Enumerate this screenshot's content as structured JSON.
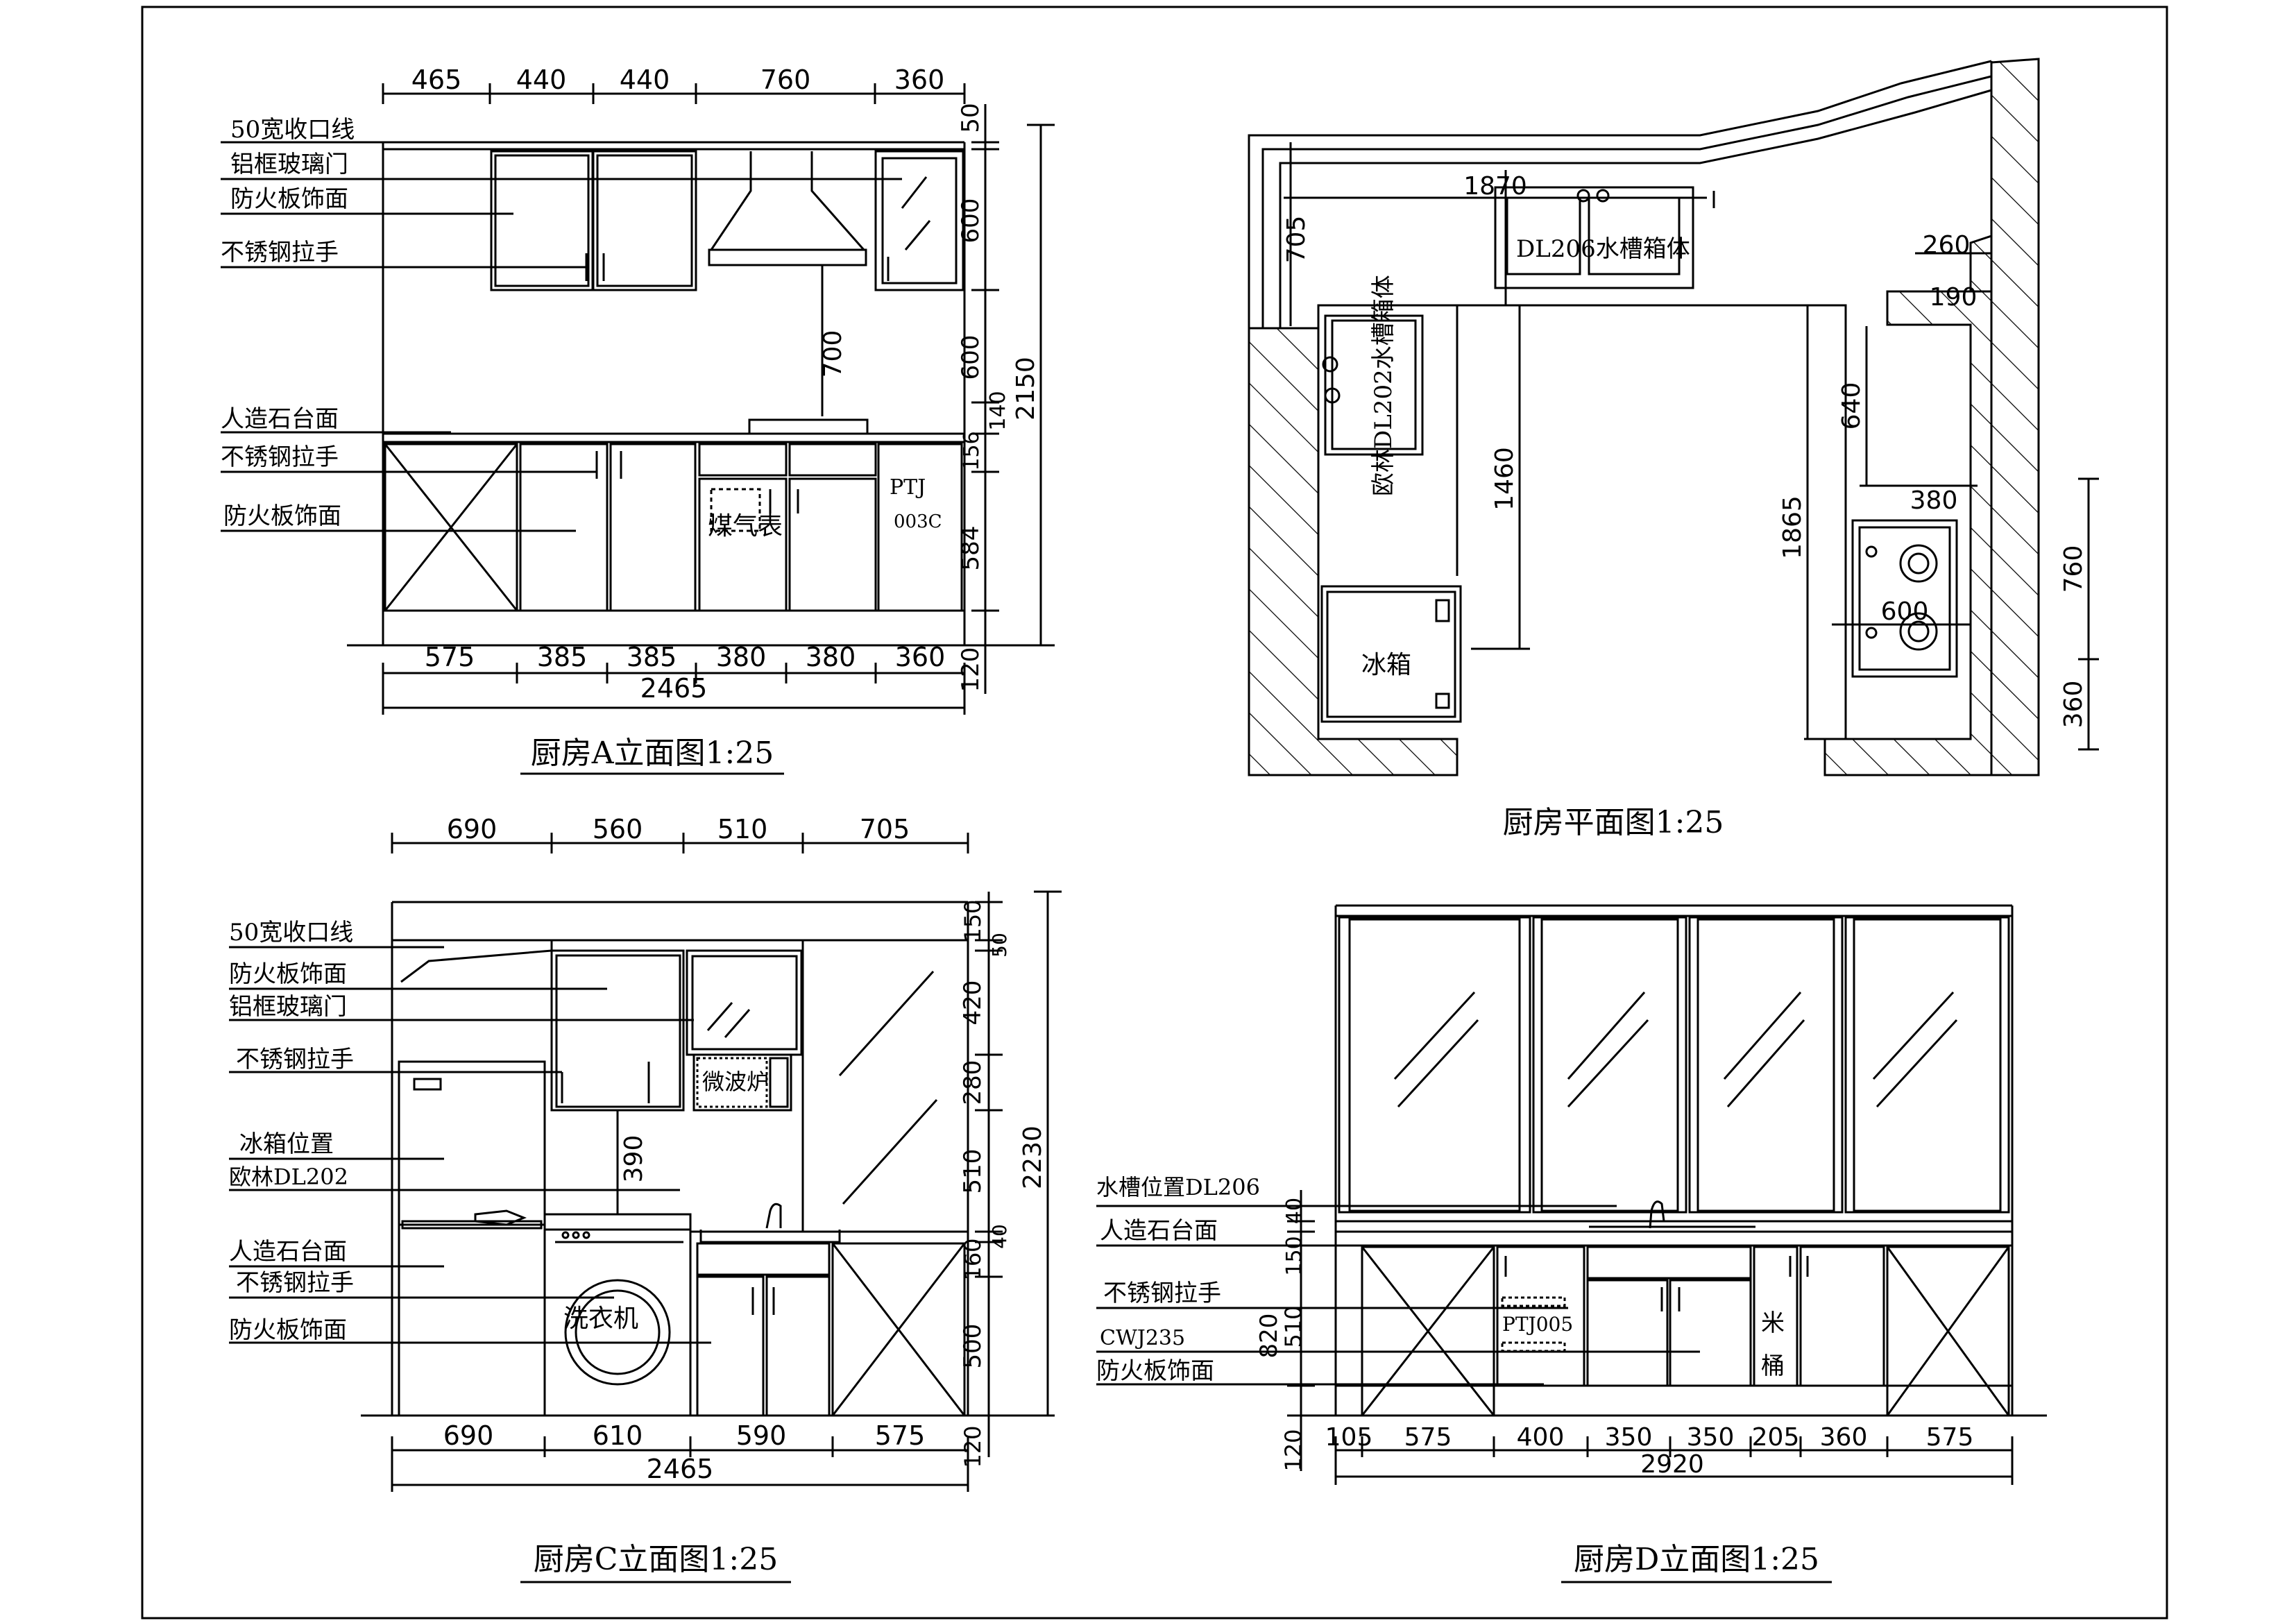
{
  "drawings": {
    "a": {
      "title": "厨房A立面图1:25",
      "top_dims": [
        "465",
        "440",
        "440",
        "760",
        "360"
      ],
      "bottom_dims": [
        "575",
        "385",
        "385",
        "380",
        "380",
        "360"
      ],
      "total": "2465",
      "right_dims": [
        "50",
        "600",
        "600",
        "140",
        "156",
        "584",
        "120"
      ],
      "overall_height": "2150",
      "hood_height": "700",
      "labels": [
        "50宽收口线",
        "铝框玻璃门",
        "防火板饰面",
        "不锈钢拉手",
        "人造石台面",
        "不锈钢拉手",
        "防火板饰面"
      ],
      "gas_meter": "煤气表",
      "ptj_line1": "PTJ",
      "ptj_line2": "003C"
    },
    "plan": {
      "title": "厨房平面图1:25",
      "dim_1870": "1870",
      "dim_705": "705",
      "dim_260": "260",
      "dim_190": "190",
      "dim_640": "640",
      "dim_380": "380",
      "dim_1460": "1460",
      "dim_1865": "1865",
      "dim_600": "600",
      "dim_760": "760",
      "dim_360": "360",
      "sink_top": "DL206水槽箱体",
      "sink_left": "欧林DL202水槽箱体",
      "fridge": "冰箱"
    },
    "c": {
      "title": "厨房C立面图1:25",
      "top_dims": [
        "690",
        "560",
        "510",
        "705"
      ],
      "bottom_dims": [
        "690",
        "610",
        "590",
        "575"
      ],
      "total": "2465",
      "right_dims": [
        "150",
        "50",
        "420",
        "280",
        "510",
        "40",
        "160",
        "500",
        "120"
      ],
      "overall_height": "2230",
      "dim_390": "390",
      "labels": [
        "50宽收口线",
        "防火板饰面",
        "铝框玻璃门",
        "不锈钢拉手",
        "冰箱位置",
        "欧林DL202",
        "人造石台面",
        "不锈钢拉手",
        "防火板饰面"
      ],
      "microwave": "微波炉",
      "washer": "洗衣机"
    },
    "d": {
      "title": "厨房D立面图1:25",
      "bottom_dims": [
        "105",
        "575",
        "400",
        "350",
        "350",
        "205",
        "360",
        "575"
      ],
      "total": "2920",
      "left_dims": [
        "40",
        "150",
        "510",
        "120"
      ],
      "dim_820": "820",
      "labels": [
        "水槽位置DL206",
        "人造石台面",
        "不锈钢拉手",
        "CWJ235",
        "防火板饰面"
      ],
      "ptj": "PTJ005",
      "rice_1": "米",
      "rice_2": "桶"
    }
  }
}
